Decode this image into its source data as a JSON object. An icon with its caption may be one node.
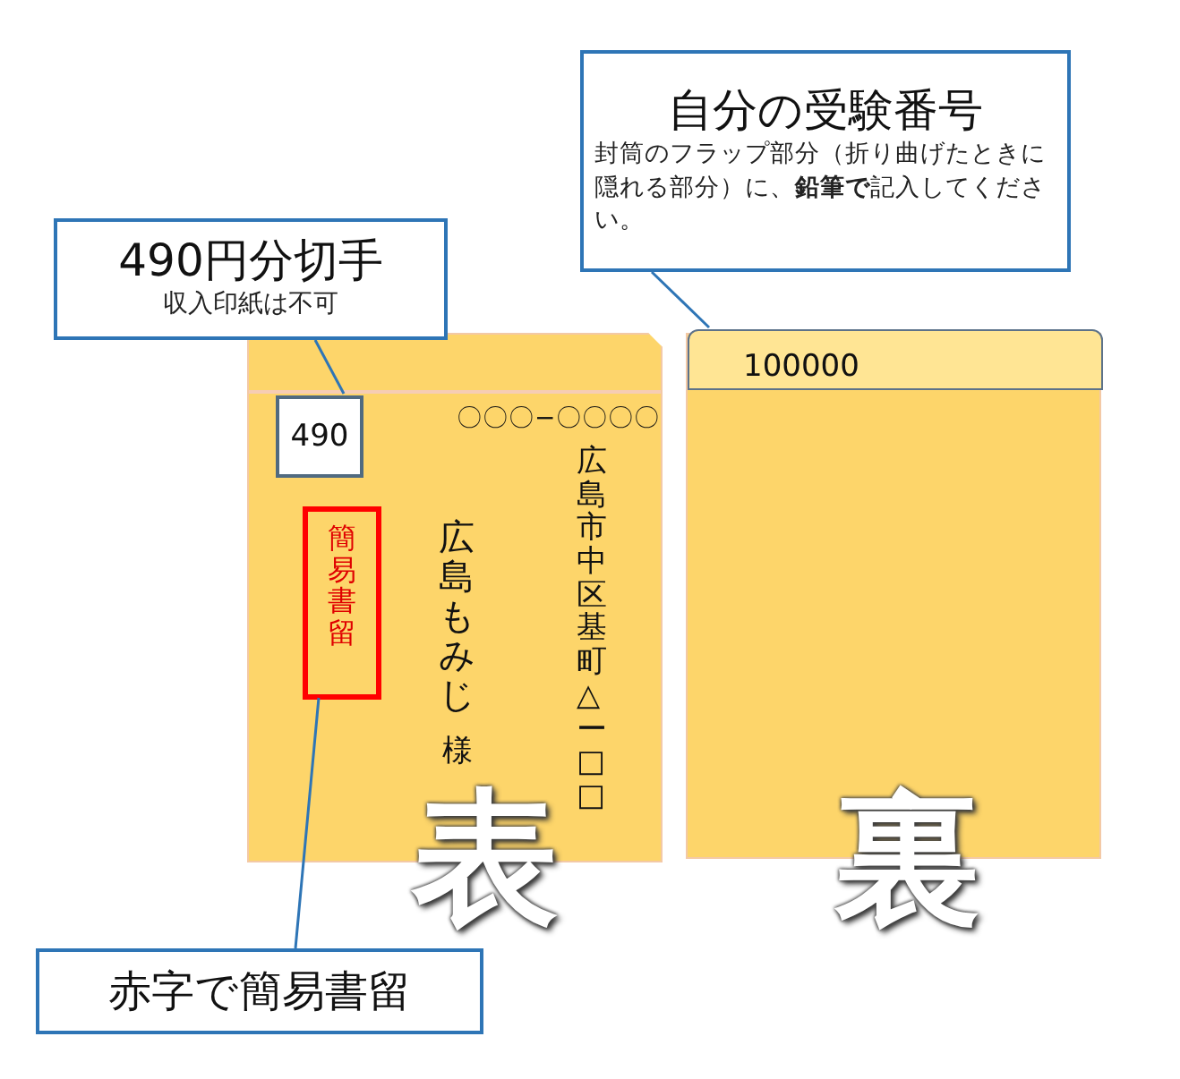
{
  "diagram": {
    "nodes": [
      {
        "text": [
          "490円分切手",
          "収入印紙は不可"
        ]
      },
      {
        "text": [
          "自分の受験番号",
          "封筒のフラップ部分（折り曲げたときに隠れる部分）に、**鉛筆で**記入してください。"
        ]
      },
      {
        "text": [
          "〇〇〇−〇〇〇〇",
          "広島もみじ",
          "様",
          "広島市中区基町△ー□□"
        ],
        "beside": [
          "表"
        ]
      },
      {
        "text": [
          "490"
        ],
        "in": 2
      },
      {
        "text": [
          "簡易書留"
        ],
        "in": 2
      },
      {
        "text": [],
        "shape": "box",
        "beside": [
          "裏"
        ]
      },
      {
        "text": [
          "100000"
        ],
        "in": 5
      },
      {
        "text": [
          "赤字で簡易書留"
        ]
      }
    ],
    "edges": [
      {
        "from": 0,
        "to": 3,
        "arrow": "none"
      },
      {
        "from": 1,
        "to": 6,
        "arrow": "none"
      },
      {
        "from": 7,
        "to": 4,
        "arrow": "none"
      }
    ]
  }
}
